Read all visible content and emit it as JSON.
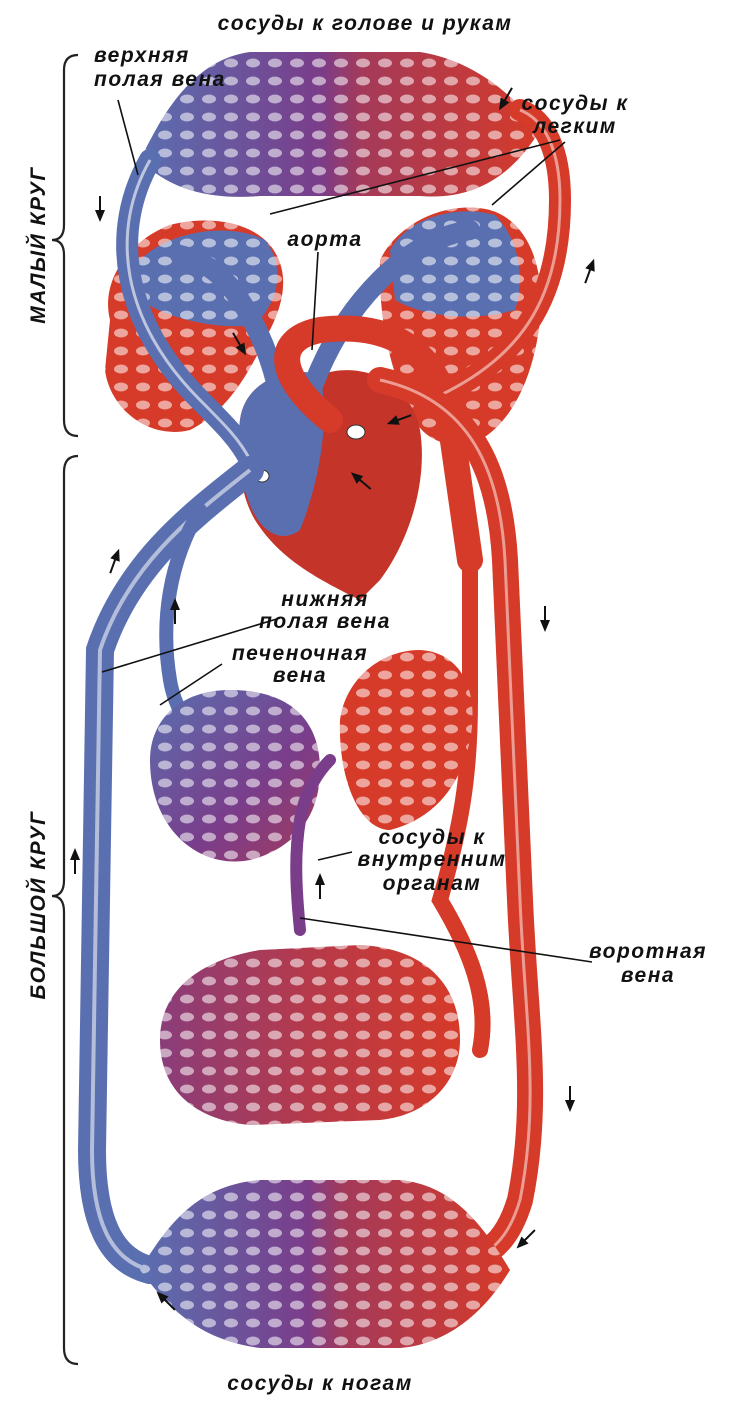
{
  "labels": {
    "head_vessels": "сосуды к голове и рукам",
    "superior_vena_cava": [
      "верхняя",
      "полая вена"
    ],
    "lung_vessels": [
      "сосуды к",
      "легким"
    ],
    "aorta": "аорта",
    "inferior_vena_cava": [
      "нижняя",
      "полая вена"
    ],
    "hepatic_vein": [
      "печеночная",
      "вена"
    ],
    "organ_vessels": [
      "сосуды к",
      "внутренним",
      "органам"
    ],
    "portal_vein": [
      "воротная",
      "вена"
    ],
    "leg_vessels": "сосуды к ногам"
  },
  "circuits": {
    "pulmonary": "МАЛЫЙ КРУГ",
    "systemic": "БОЛЬШОЙ КРУГ"
  },
  "colors": {
    "artery": "#d63a28",
    "vein": "#5a6fb0",
    "mixed": "#7a3d8a",
    "text": "#111111"
  }
}
